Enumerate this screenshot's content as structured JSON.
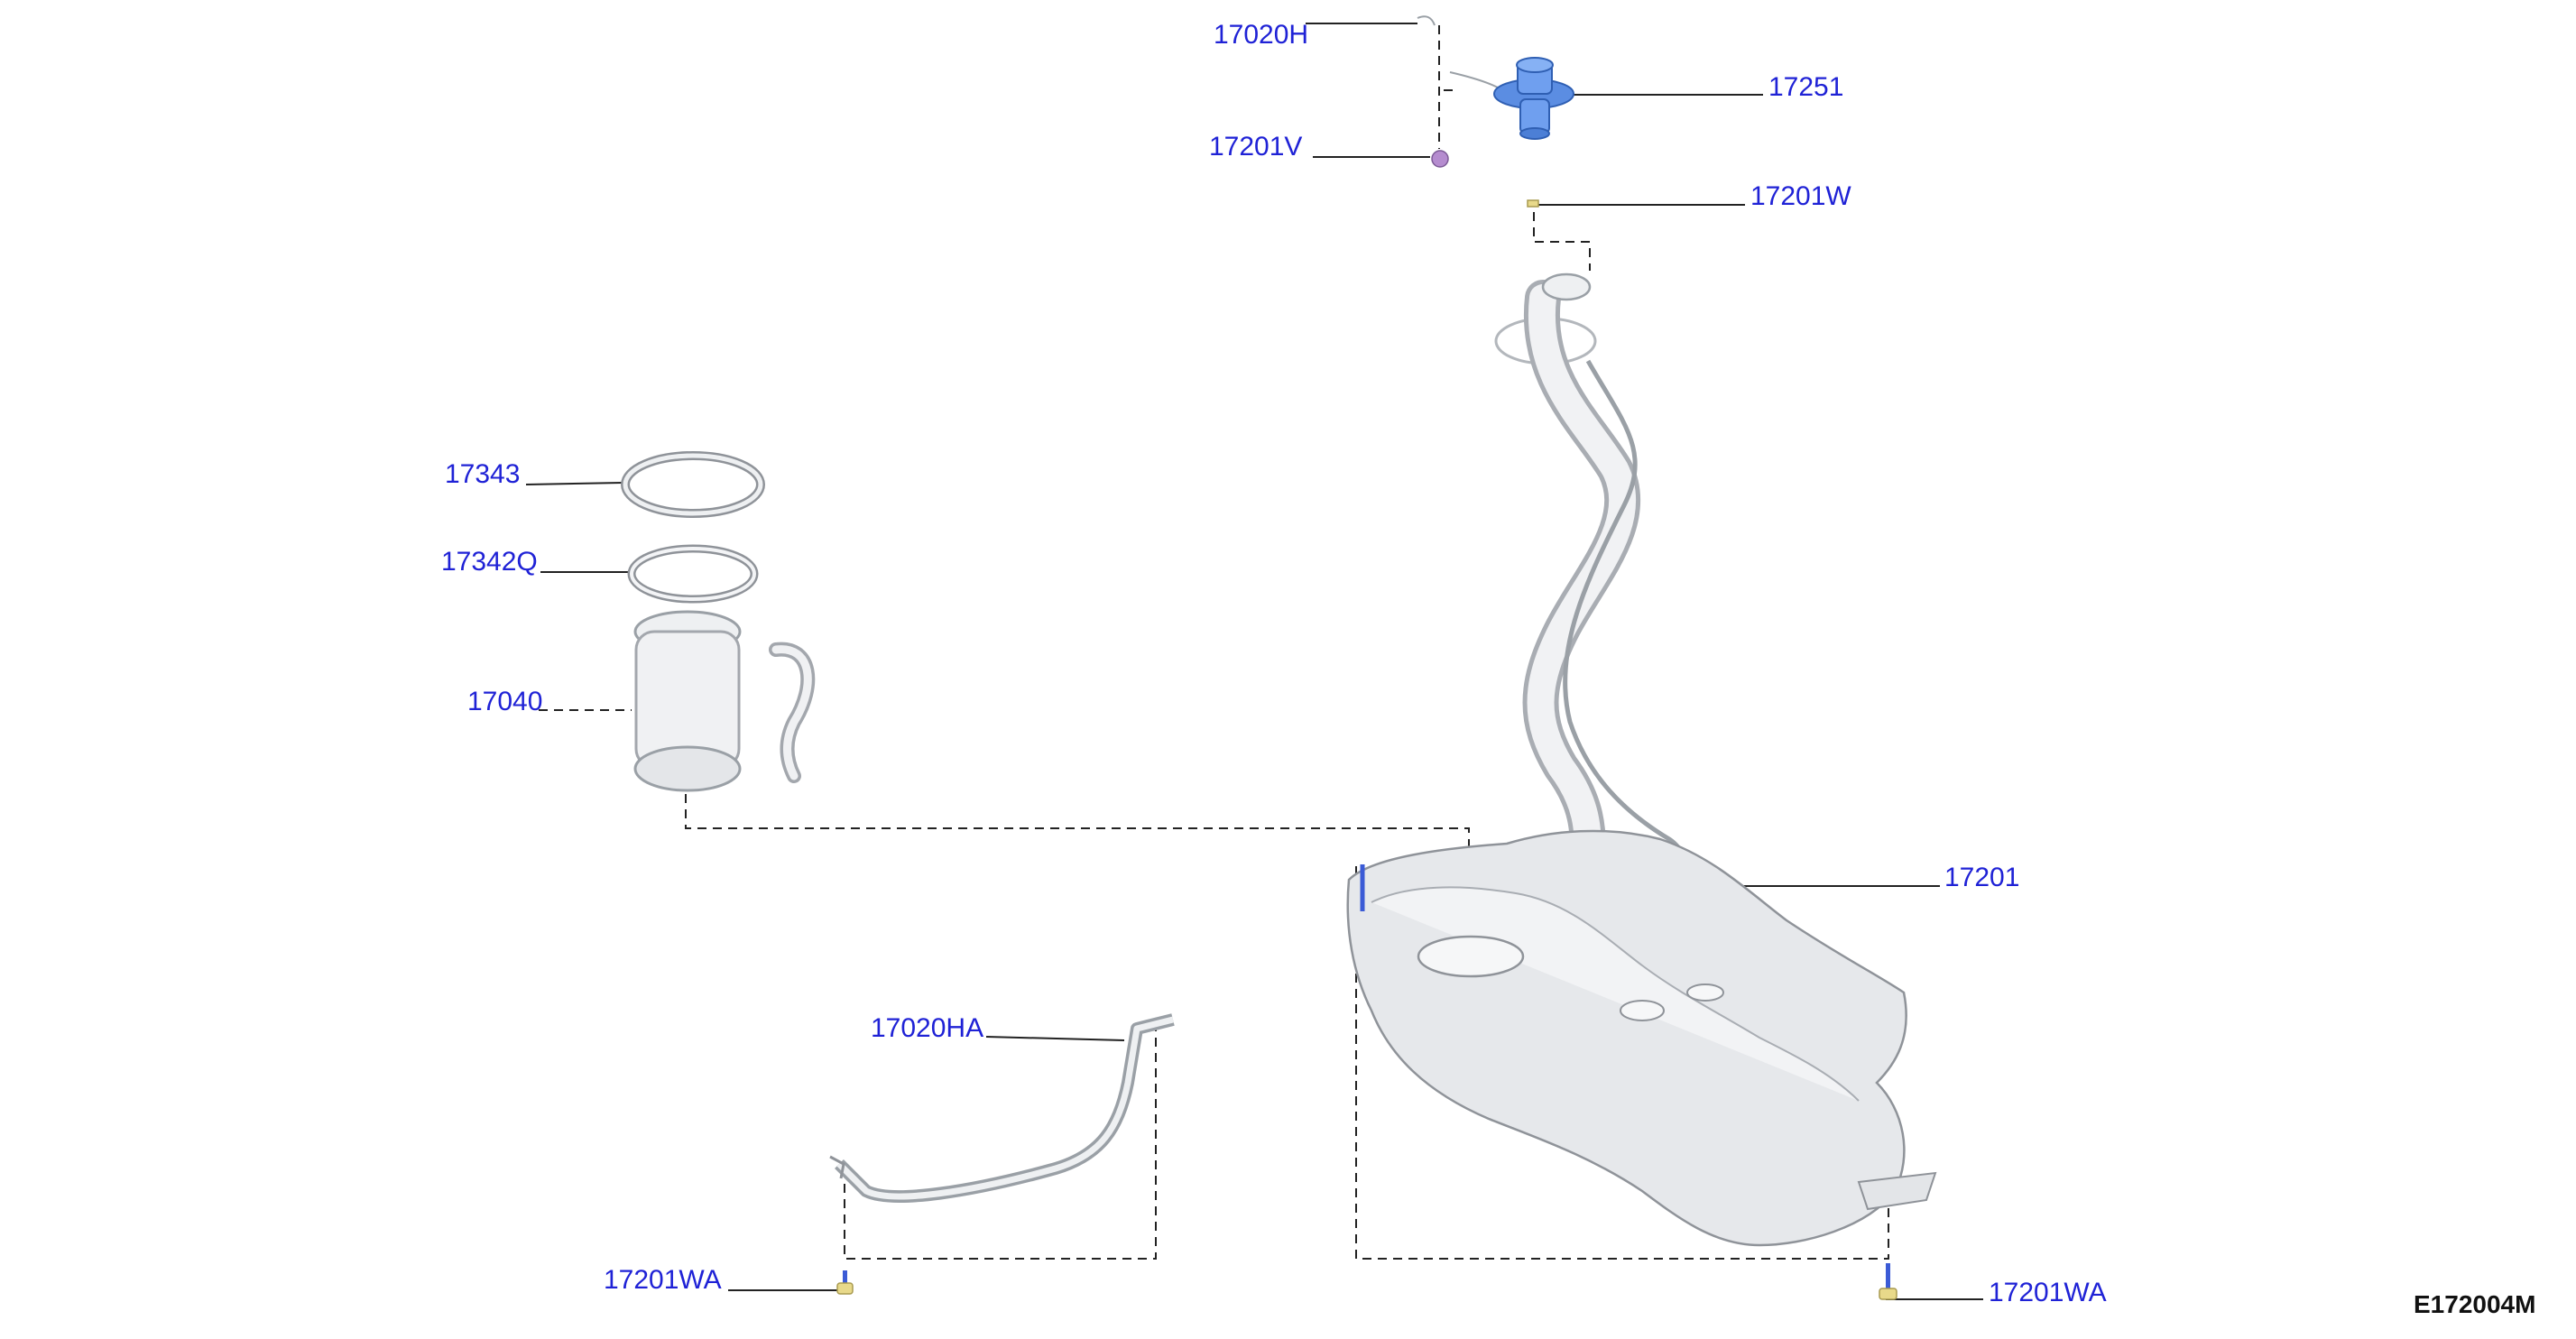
{
  "diagram": {
    "figure_id": "E172004M",
    "callouts": [
      {
        "id": "17020H",
        "label": "17020H"
      },
      {
        "id": "17251",
        "label": "17251"
      },
      {
        "id": "17201V",
        "label": "17201V"
      },
      {
        "id": "17201W",
        "label": "17201W"
      },
      {
        "id": "17343",
        "label": "17343"
      },
      {
        "id": "17342Q",
        "label": "17342Q"
      },
      {
        "id": "17040",
        "label": "17040"
      },
      {
        "id": "17201",
        "label": "17201"
      },
      {
        "id": "17020HA",
        "label": "17020HA"
      },
      {
        "id": "17201WA-left",
        "label": "17201WA"
      },
      {
        "id": "17201WA-right",
        "label": "17201WA"
      }
    ],
    "colors": {
      "callout_text": "#1f22d6",
      "leader_lines": "#222222",
      "part_fill": "#e6e8eb",
      "part_outline": "#8f9399",
      "cap_blue": "#5b8de2",
      "accent_yellow": "#e8d98a",
      "accent_purple": "#b58ccf"
    }
  }
}
